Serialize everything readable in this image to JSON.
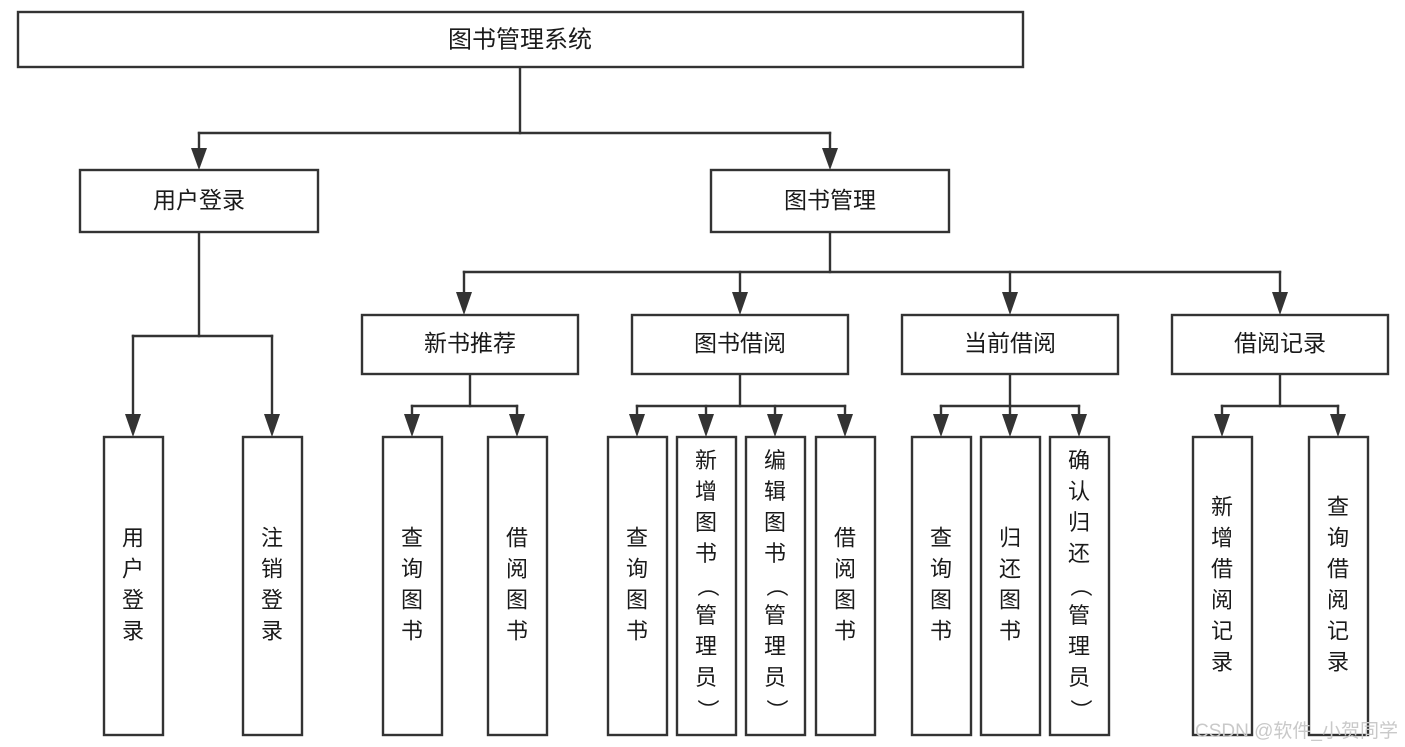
{
  "diagram": {
    "type": "tree",
    "title": "图书管理系统",
    "orientation": "top-down",
    "colors": {
      "box_stroke": "#333333",
      "box_fill": "#ffffff",
      "text": "#1a1a1a",
      "background": "#ffffff",
      "watermark": "#c9c9c9"
    },
    "root": {
      "label": "图书管理系统"
    },
    "level2": [
      {
        "id": "user-login",
        "label": "用户登录"
      },
      {
        "id": "book-management",
        "label": "图书管理"
      }
    ],
    "level3": [
      {
        "id": "new-book-recommend",
        "label": "新书推荐",
        "parent": "book-management"
      },
      {
        "id": "book-borrow",
        "label": "图书借阅",
        "parent": "book-management"
      },
      {
        "id": "current-borrow",
        "label": "当前借阅",
        "parent": "book-management"
      },
      {
        "id": "borrow-record",
        "label": "借阅记录",
        "parent": "book-management"
      }
    ],
    "leaves": [
      {
        "id": "leaf-user-login",
        "label": "用户登录",
        "parent": "user-login"
      },
      {
        "id": "leaf-logout",
        "label": "注销登录",
        "parent": "user-login"
      },
      {
        "id": "leaf-query-book-1",
        "label": "查询图书",
        "parent": "new-book-recommend"
      },
      {
        "id": "leaf-borrow-book-1",
        "label": "借阅图书",
        "parent": "new-book-recommend"
      },
      {
        "id": "leaf-query-book-2",
        "label": "查询图书",
        "parent": "book-borrow"
      },
      {
        "id": "leaf-add-book",
        "label": "新增图书（管理员）",
        "parent": "book-borrow"
      },
      {
        "id": "leaf-edit-book",
        "label": "编辑图书（管理员）",
        "parent": "book-borrow"
      },
      {
        "id": "leaf-borrow-book-2",
        "label": "借阅图书",
        "parent": "book-borrow"
      },
      {
        "id": "leaf-query-book-3",
        "label": "查询图书",
        "parent": "current-borrow"
      },
      {
        "id": "leaf-return-book",
        "label": "归还图书",
        "parent": "current-borrow"
      },
      {
        "id": "leaf-confirm-return",
        "label": "确认归还（管理员）",
        "parent": "current-borrow"
      },
      {
        "id": "leaf-add-record",
        "label": "新增借阅记录",
        "parent": "borrow-record"
      },
      {
        "id": "leaf-query-record",
        "label": "查询借阅记录",
        "parent": "borrow-record"
      }
    ],
    "watermark": "CSDN @软件_小贺同学"
  }
}
